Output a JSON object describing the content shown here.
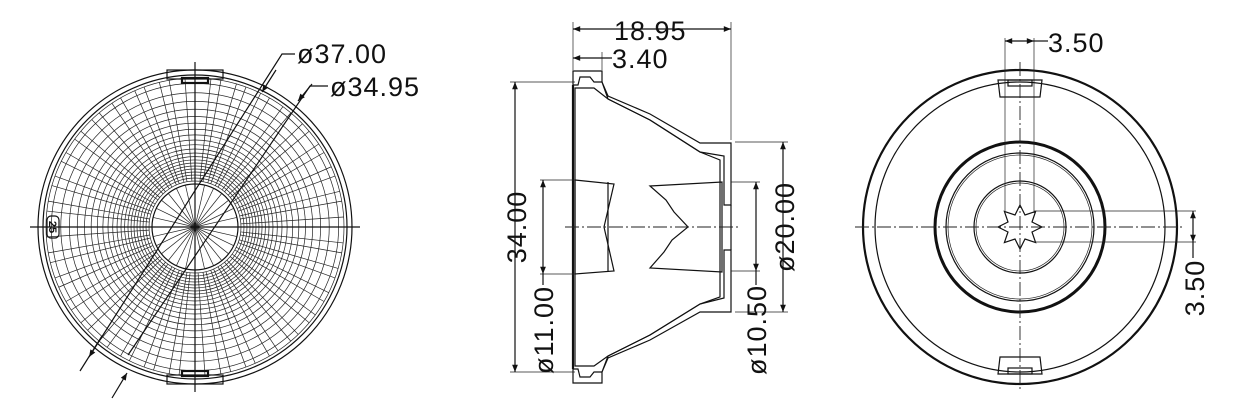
{
  "drawing": {
    "front_view": {
      "outer_diameter_label": "ø37.00",
      "inner_diameter_label": "ø34.95",
      "mark_label": "25"
    },
    "section_view": {
      "overall_length_label": "18.95",
      "flange_length_label": "3.40",
      "height_label": "34.00",
      "front_bore_label": "ø11.00",
      "rear_boss_label": "ø20.00",
      "rear_bore_label": "ø10.50"
    },
    "rear_view": {
      "slot_width_label": "3.50",
      "slot_height_label": "3.50"
    }
  }
}
